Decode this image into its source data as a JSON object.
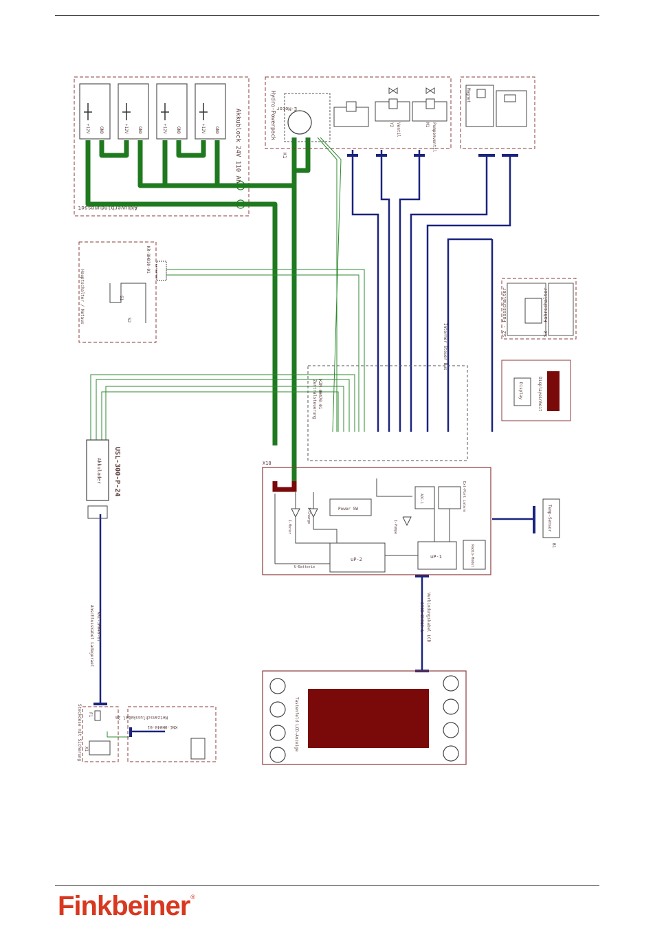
{
  "colors": {
    "power": "#1f7a1f",
    "signal": "#2d8a2d",
    "bus": "#1a237e",
    "frame": "#8b3a3a",
    "display": "#7a0a0a",
    "brand": "#d8381f"
  },
  "battery_block": {
    "title": "Akkublock 24V 110 Ah",
    "cells": [
      {
        "plus": "+12V",
        "gnd": "GND"
      },
      {
        "plus": "+12V",
        "gnd": "GND"
      },
      {
        "plus": "+12V",
        "gnd": "GND"
      },
      {
        "plus": "+12V",
        "gnd": "GND"
      }
    ],
    "cable_label": "Akkuverbindungsset"
  },
  "hydro_powerpack": {
    "title": "Hydro-Powerpack",
    "motor": "E-Motor",
    "contactor": "K1",
    "valves": [
      {
        "id": "Y2",
        "name": "Ventil"
      },
      {
        "id": "M1",
        "name": "Pumpenventil"
      }
    ]
  },
  "sensor_box": {
    "label": "Magnet"
  },
  "main_switch": {
    "title": "Hauptschalter / Notaus",
    "cable": "KR-8H010-01",
    "s1": "S1",
    "s2": "S2"
  },
  "foot_switches": {
    "label_a": "S2 - Fussschalter",
    "label_b": "S3 - Fahrschalter"
  },
  "small_display": {
    "label": "Displayeinheit",
    "btn": "Display"
  },
  "charger": {
    "model": "USL-300-P-24",
    "name": "Akkulader",
    "cable_label": "Anschlusskabel Ladegeraet",
    "cable_code": "KKC-3H040-01"
  },
  "controller": {
    "connector": "X18",
    "terminal_label": "Zentralsteuerung",
    "terminal_code": "KZM-0H470-01",
    "bus_label": "Interner Steuer Bus",
    "blocks": {
      "power_sw": "Power SW",
      "i_motor": "I-Motor",
      "i_charge": "I-Charge",
      "i_pumpe": "I-Pumpe",
      "mu2": "uP-2",
      "mu1": "uP-1",
      "adc": "ADC-1",
      "ext_port": "Ext-Port intern",
      "radio": "Radio-Modul",
      "u_batt": "U-Batterie"
    }
  },
  "temp_sensor": {
    "id": "B1",
    "label": "Temp-Sensor"
  },
  "panel_cable": {
    "label": "Verbindungskabel LCD",
    "code": "2KCB-0H010-1"
  },
  "lcd_panel": {
    "label": "Tastenfeld LCD-Anzeige"
  },
  "mains_inlet": {
    "title": "Steckdose mit Sicherung",
    "fuse": "F1",
    "plug_id": "X1"
  },
  "mains_cable": {
    "title": "Netzanschlusskabel 2m",
    "code": "KNC-0H040-01"
  },
  "footer": {
    "brand": "Finkbeiner",
    "reg": "®"
  }
}
